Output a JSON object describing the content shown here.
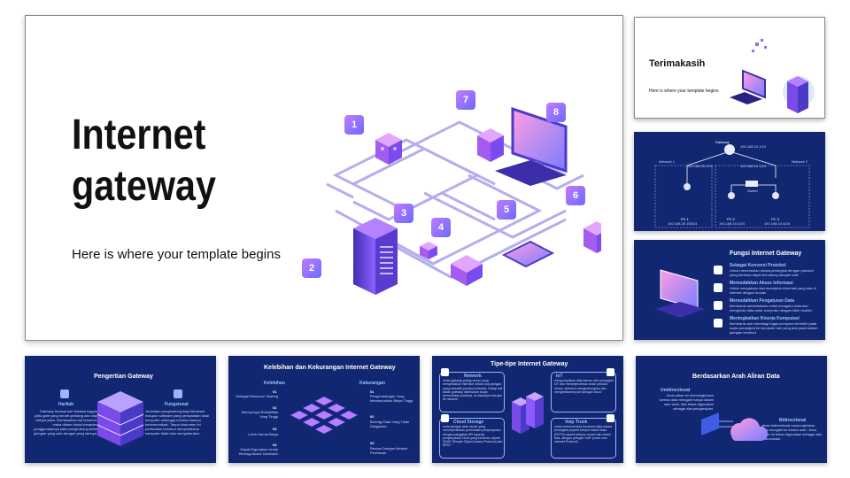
{
  "main": {
    "title_line1": "Internet",
    "title_line2": "gateway",
    "subtitle": "Here is where your template begins",
    "badges": [
      "1",
      "2",
      "3",
      "4",
      "5",
      "6",
      "7",
      "8"
    ]
  },
  "thanks": {
    "title": "Terimakasih",
    "subtitle": "Here is where your template begins"
  },
  "network": {
    "gateway_label": "Gateway",
    "gateway_ip": "192.168.10.1/24",
    "net1": "Network 1",
    "net1_ip": "192.168.20.1/24",
    "net2": "Network 2",
    "net2_ip": "192.168.10.1/24",
    "switch_label": "Switch",
    "pc1": "PC 1",
    "pc1_ip": "192.168.20.150/24",
    "pc2": "PC 2",
    "pc2_ip": "192.168.10.3/24",
    "pc3": "PC 3",
    "pc3_ip": "192.168.10.4/24"
  },
  "fungsi": {
    "title": "Fungsi Internet Gateway",
    "items": [
      {
        "head": "Sebagai Konversi Protokol",
        "text": "Untuk menentukan antara perangkat dengan protokol yang berbeda dapat terhubung dengan baik"
      },
      {
        "head": "Memudahkan Akses Informasi",
        "text": "Untuk mengakses dan membuka informasi yang ada di internet dengan mudah"
      },
      {
        "head": "Memudahkan Pengaturan Data",
        "text": "Membantu administrator untuk mengatur data dan mengelola data antar komputer dengan lebih mudah"
      },
      {
        "head": "Meningkatkan Kinerja Komputasi",
        "text": "Membantu dan membagi tugas komputer berlebih pada suatu perangkat ke komputer lain yang ada pada sistem jaringan tersebut"
      }
    ]
  },
  "pengertian": {
    "title": "Pengertian Gateway",
    "left_head": "Harfiah",
    "left_text": "Gateway berasal dari bahasa Inggris yaitu gate yang berarti gerbang dan way artinya jalan. Berdasarkan hal tersebut, maka dalam dunia komputer penggunaannya yaitu penghubung antar jaringan yang satu dengan yang lainnya.",
    "right_head": "Fungsional",
    "right_text": "Jembatan penghubung bagi hardware maupun software yang persyaratan lokal komputer sehingga mereka mampu berkomunikasi. Tanpa instrumen ini perbedaan tersebut menyebabkan komputer tidak bisa menginteraksi."
  },
  "kelebihan": {
    "title": "Kelebihan dan Kekurangan Internet Gateway",
    "left_head": "Kelebihan",
    "right_head": "Kekurangan",
    "left": [
      {
        "num": "01",
        "text": "Sebagai Resource Sharing"
      },
      {
        "num": "02",
        "text": "Mempunyai Reliabilitas Yang Tinggi"
      },
      {
        "num": "03",
        "text": "Lebih Hemat Biaya"
      },
      {
        "num": "04",
        "text": "Dapat Digunakan Untuk Berbagi Akses Hardware"
      }
    ],
    "right": [
      {
        "num": "01",
        "text": "Pengembangan Yang Membutuhkan Biaya Tinggi"
      },
      {
        "num": "02",
        "text": "Berbagi Data Yang Tidak Diinginkan"
      },
      {
        "num": "03",
        "text": "Rentan Dengan Metode Peretasan"
      }
    ]
  },
  "tipe": {
    "title": "Tipe-tipe Internet Gateway",
    "items": [
      {
        "head": "Network",
        "text": "Jenis gateway paling umum yang menyediakan interface antara dua jaringan yang mewakili protokol berbeda. Setiap kali istilah gateway disebutkan tanpa menentukan jenisnya, itu biasanya merujuk ke network."
      },
      {
        "head": "IoT",
        "text": "mengumpulkan data sensor dari perangkat IoT dan menerjemahkan antar protokol sensor sebelum menghubungkan dan mengirimkannya ke jaringan cloud"
      },
      {
        "head": "Cloud Storage",
        "text": "node jaringan atau server yang menerjemahkan permintaan penyimpanan dengan panggilan API layanan penyimpanan cloud yang berbeda, seperti SOAP (Simple Object Access Protocol) dan REST"
      },
      {
        "head": "Voip Trunk",
        "text": "untuk membolehkan transmisi data antara perangkat (seperti telepon kabel biasa (POTS) seperti telepon rumah dan mesin faks, dengan jaringan VoIP (voice over Internet Protocol)"
      }
    ]
  },
  "arah": {
    "title": "Berdasarkan Arah Aliran Data",
    "uni_head": "Unidirectional",
    "uni_text": "Jenis aliran ini memungkinkan semua data mengalir hanya dalam satu arah, dan biasa digunakan sebagai alat pengarsipan.",
    "bi_head": "Bidirectional",
    "bi_text": "aliran bidirectional memungkinkan data mengalir ke kedua arah. Jenis aliran ini biasa digunakan sebagai alat sinkronisasi."
  },
  "colors": {
    "navy": "#122771",
    "violet": "#8a5cff",
    "pink": "#d98bff",
    "blue": "#4a6cff"
  }
}
